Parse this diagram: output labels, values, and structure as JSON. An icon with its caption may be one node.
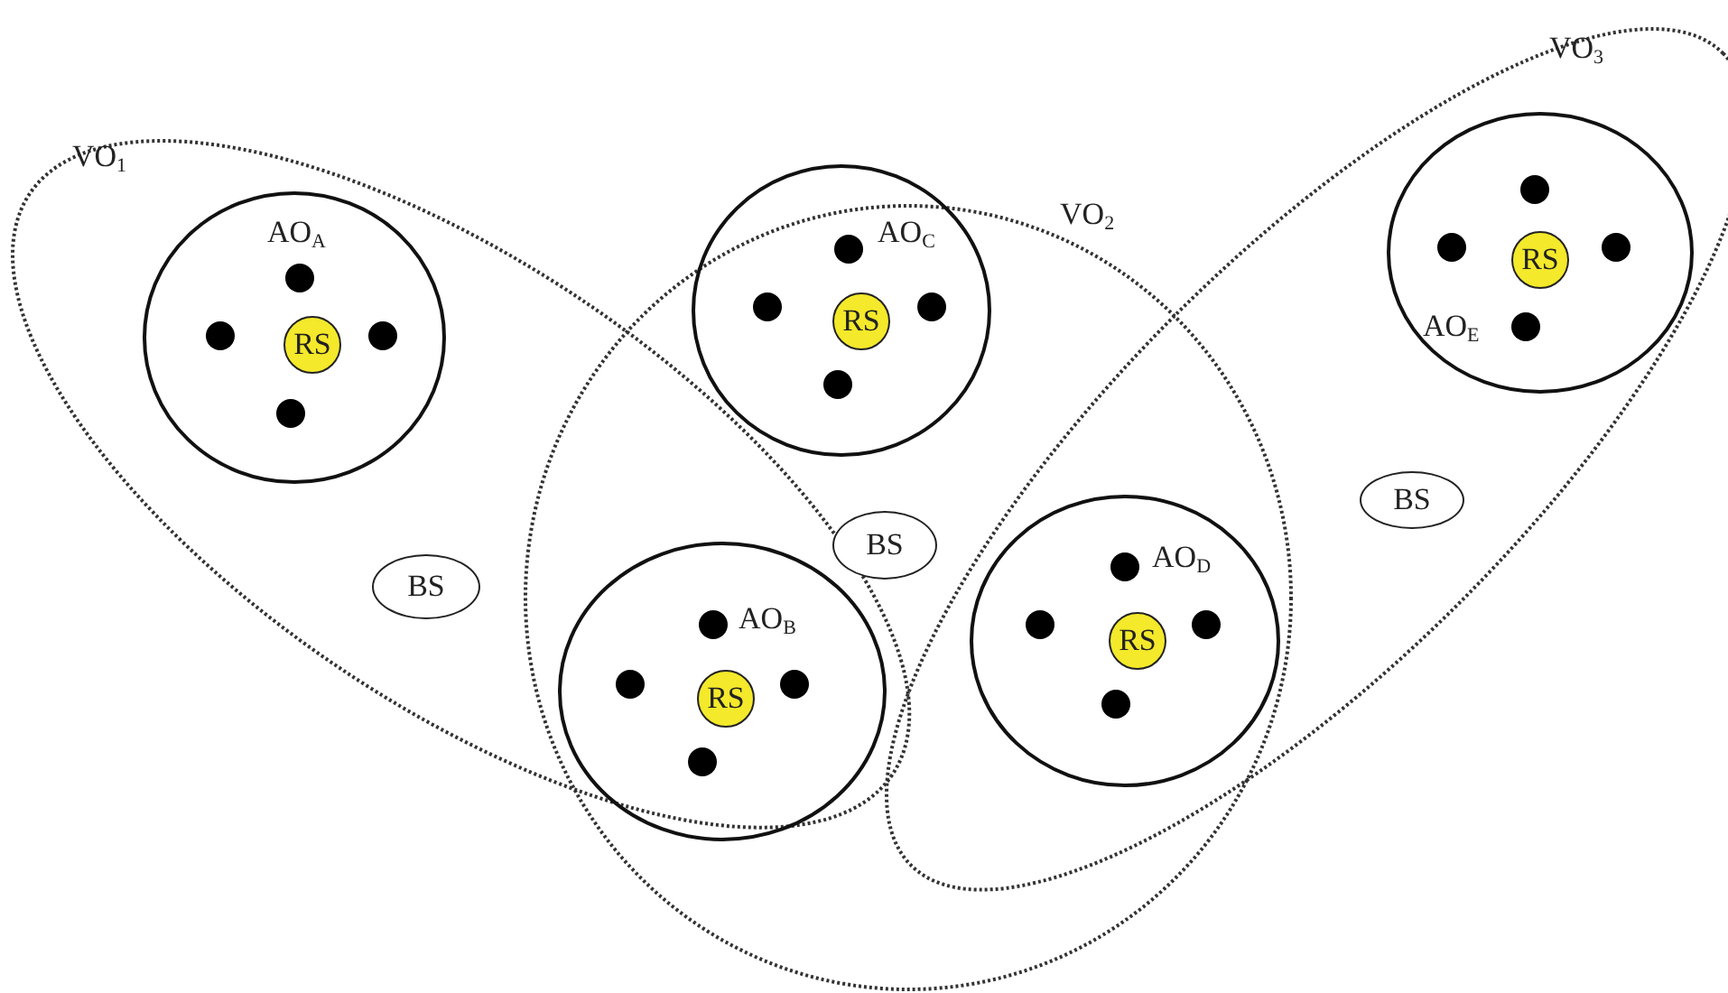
{
  "diagram": {
    "nodes": [
      {
        "text": [
          "VO$_{1}$"
        ]
      },
      {
        "text": [
          "AO$_{A}$"
        ],
        "in": 0
      },
      {
        "text": [
          "RS"
        ],
        "in": 1
      },
      {
        "text": [
          "BS"
        ],
        "in": 0
      },
      {
        "text": [
          "VO$_{2}$"
        ]
      },
      {
        "text": [
          "AO$_{C}$"
        ],
        "in": 4
      },
      {
        "text": [
          "RS"
        ],
        "in": 5
      },
      {
        "text": [
          "BS"
        ],
        "in": 4
      },
      {
        "text": [
          "VO$_{3}$"
        ]
      },
      {
        "text": [
          "AO$_{E}$"
        ],
        "in": 8
      },
      {
        "text": [
          "RS"
        ],
        "in": 9
      },
      {
        "text": [
          "BS"
        ],
        "in": 8
      },
      {
        "text": [
          "AO$_{B}$"
        ]
      },
      {
        "text": [
          "RS"
        ],
        "in": 12
      },
      {
        "text": [
          "AO$_{D}$"
        ]
      },
      {
        "text": [
          "RS"
        ],
        "in": 14
      }
    ],
    "edges": []
  }
}
